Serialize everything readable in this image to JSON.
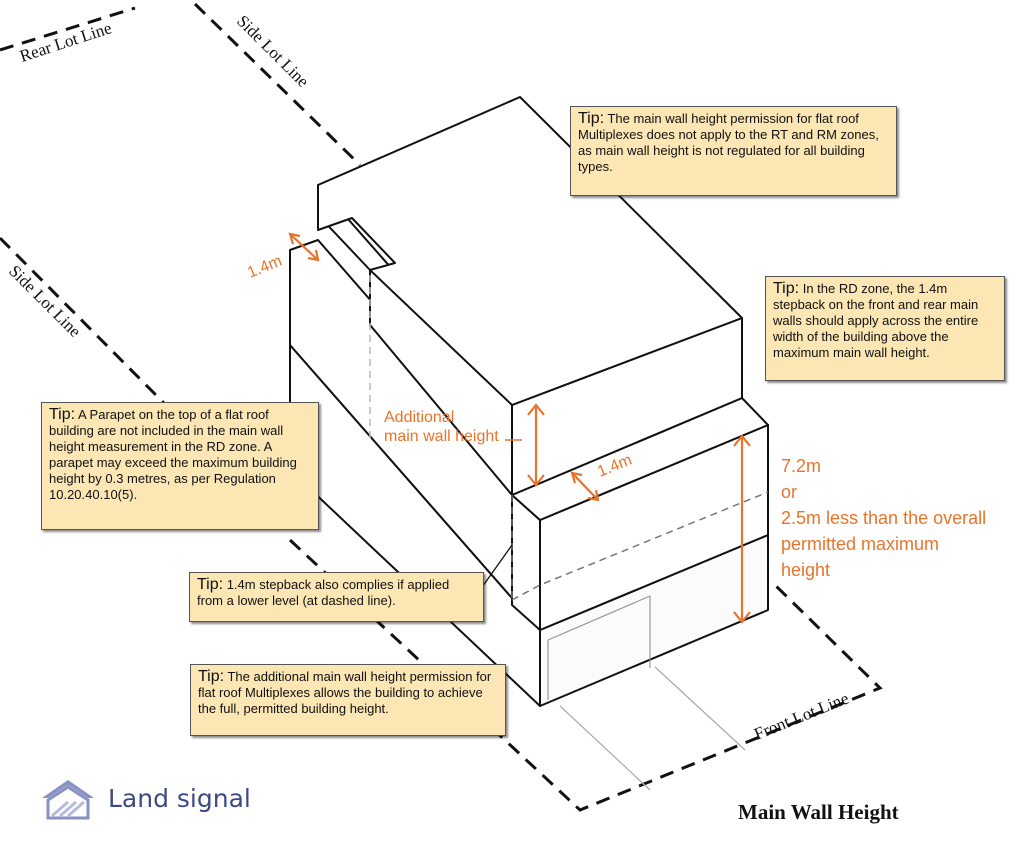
{
  "lot_lines": {
    "rear": "Rear Lot Line",
    "side_top": "Side Lot Line",
    "side_left": "Side Lot Line",
    "front": "Front Lot Line"
  },
  "dimensions": {
    "stepback_top": "1.4m",
    "stepback_mid": "1.4m",
    "additional_line1": "Additional",
    "additional_line2": "main wall height",
    "height_line1": "7.2m",
    "height_line2": "or",
    "height_line3": "2.5m less than the overall",
    "height_line4": "permitted maximum",
    "height_line5": "height"
  },
  "tips": [
    {
      "label": "Tip:",
      "text": "The main wall height permission for flat roof Multiplexes does not apply to the RT and RM zones, as main wall height is not regulated for all building types."
    },
    {
      "label": "Tip:",
      "text": "In the RD zone, the 1.4m stepback on the front and rear main walls should apply across the entire width of the building above the maximum main wall height."
    },
    {
      "label": "Tip:",
      "text": "A Parapet on the top of a flat roof building are not included in the main wall height measurement in the RD zone. A parapet may exceed the maximum building height by 0.3 metres, as per Regulation 10.20.40.10(5)."
    },
    {
      "label": "Tip:",
      "text": "1.4m stepback also complies if applied from a lower level (at dashed line)."
    },
    {
      "label": "Tip:",
      "text": "The additional main wall height permission for flat roof Multiplexes allows the building to achieve the full, permitted building height."
    }
  ],
  "logo": {
    "text": "Land signal",
    "icon": "house-roof-icon"
  },
  "caption": "Main Wall Height",
  "colors": {
    "accent": "#e8742c",
    "tip_bg": "#fbe6b4"
  }
}
